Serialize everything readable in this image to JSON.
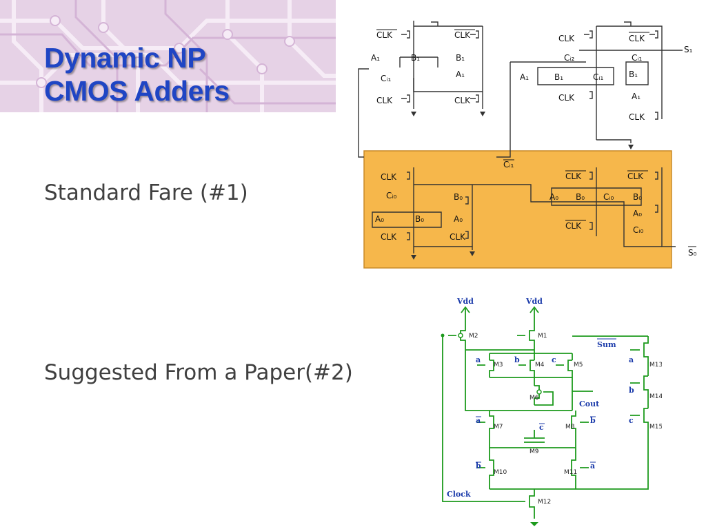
{
  "slide": {
    "title_line1": "Dynamic NP",
    "title_line2": "CMOS Adders",
    "bullets": [
      "Standard Fare (#1)",
      "Suggested From a Paper(#2)"
    ]
  },
  "colors": {
    "title": "#1f45c4",
    "body_text": "#404040",
    "highlight_box": "#f6b74b",
    "circuit_green": "#1c9a1c",
    "circuit_label": "#1a3aaa",
    "decoration": "#e6d2e6"
  },
  "figure1": {
    "labels": {
      "clk_bar": "CLK",
      "clk": "CLK",
      "a1": "A₁",
      "b1": "B₁",
      "ci1": "Cᵢ₁",
      "ci2": "Cᵢ₂",
      "a0": "A₀",
      "b0": "B₀",
      "ci0": "Cᵢ₀",
      "s1": "S₁",
      "s0": "S₀",
      "ci1_bar": "Cᵢ₁"
    }
  },
  "figure2": {
    "labels": {
      "vdd": "Vdd",
      "sum": "Sum",
      "cout": "Cout",
      "clock": "Clock",
      "a": "a",
      "b": "b",
      "c": "c",
      "a_bar": "a",
      "b_bar": "b",
      "c_bar": "c"
    },
    "transistors": [
      "M1",
      "M2",
      "M3",
      "M4",
      "M5",
      "M6",
      "M7",
      "M8",
      "M9",
      "M10",
      "M11",
      "M12",
      "M13",
      "M14",
      "M15"
    ]
  }
}
